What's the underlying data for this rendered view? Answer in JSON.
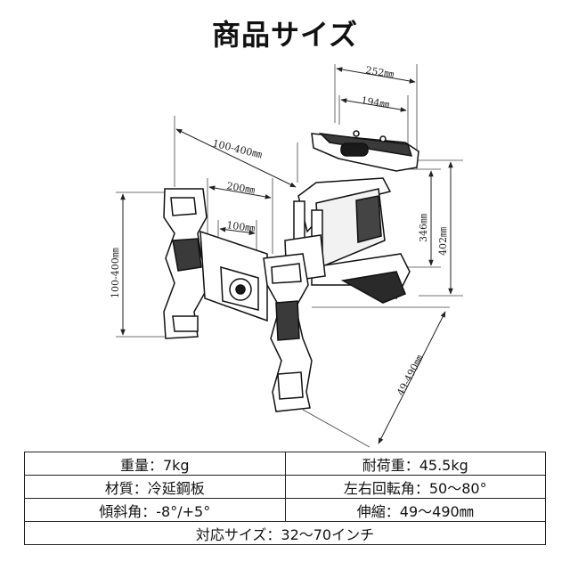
{
  "title": "商品サイズ",
  "dimensions": {
    "plate_width_large": "252㎜",
    "plate_width_small": "194㎜",
    "vesa_range_h": "100-400㎜",
    "vesa_mid": "200㎜",
    "vesa_min": "100㎜",
    "vesa_range_v": "100-400㎜",
    "plate_height_small": "346㎜",
    "plate_height_large": "402㎜",
    "extension": "49-490㎜"
  },
  "specs": {
    "weight": "重量：7kg",
    "load": "耐荷重：45.5kg",
    "material": "材質：冷延鋼板",
    "swivel": "左右回転角：50〜80°",
    "tilt": "傾斜角：-8°/+5°",
    "extension": "伸縮：49〜490㎜",
    "size": "対応サイズ：32〜70インチ"
  }
}
